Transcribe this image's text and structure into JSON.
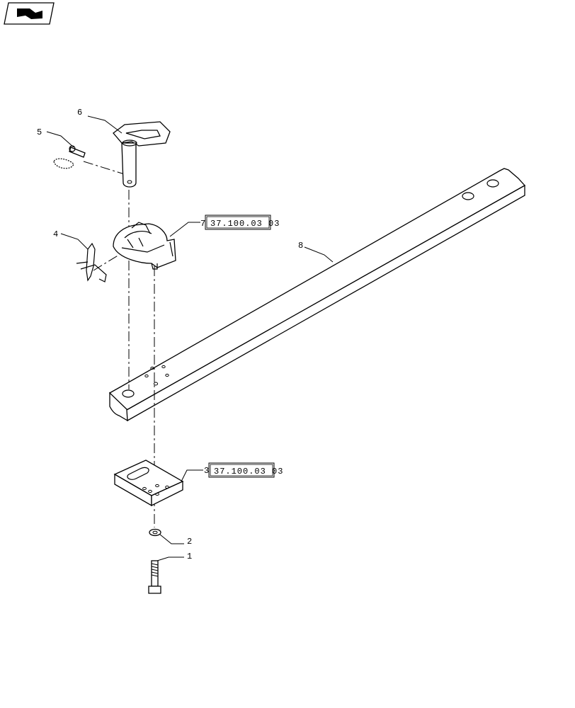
{
  "nav": {
    "icon": "return-arrow-icon"
  },
  "callouts": {
    "c1": "1",
    "c2": "2",
    "c3": "3",
    "c4": "4",
    "c5": "5",
    "c6": "6",
    "c7": "7",
    "c8": "8"
  },
  "references": {
    "ref7": "37.100.03 03",
    "ref3": "37.100.03 03"
  },
  "colors": {
    "line": "#000000",
    "background": "#ffffff"
  }
}
